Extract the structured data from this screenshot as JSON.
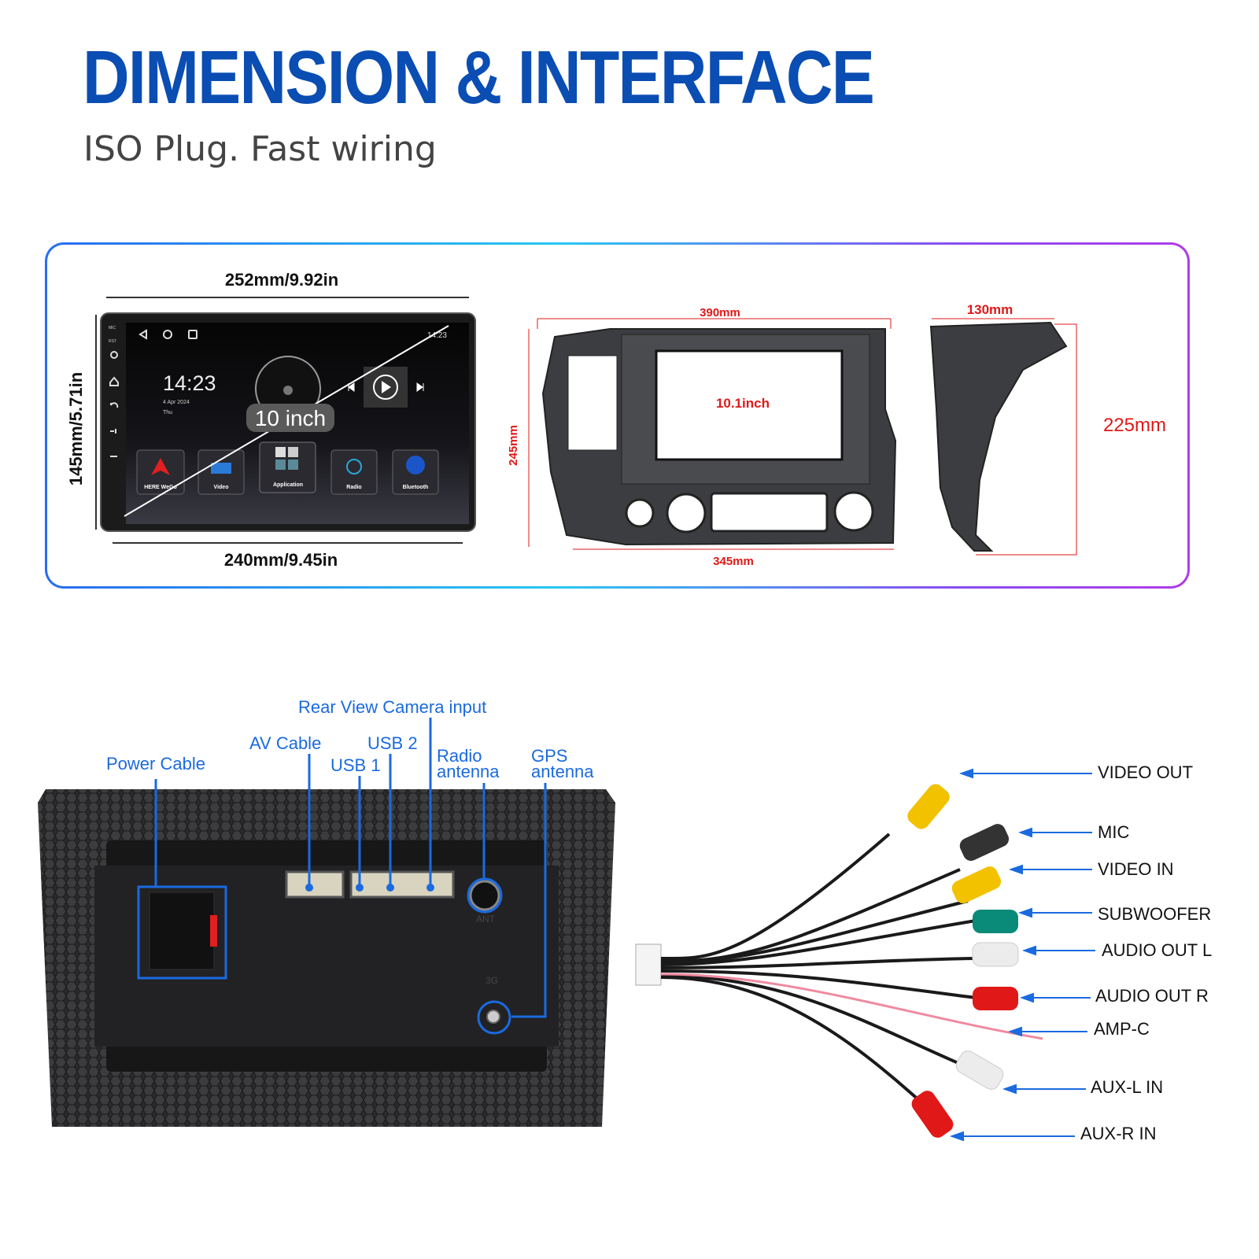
{
  "header": {
    "title": "DIMENSION & INTERFACE",
    "subtitle": "ISO Plug. Fast wiring"
  },
  "head_unit": {
    "top_width": "252mm/9.92in",
    "bottom_width": "240mm/9.45in",
    "height": "145mm/5.71in",
    "screen_size": "10 inch",
    "clock": "14:23",
    "date": "4 Apr 2024",
    "day": "Thu",
    "status_time": "14:23",
    "side_labels": [
      "MIC",
      "RST"
    ],
    "apps": [
      "HERE WeGo",
      "Video",
      "Application",
      "Radio",
      "Bluetooth"
    ]
  },
  "frame": {
    "top_width": "390mm",
    "bottom_width": "345mm",
    "height": "245mm",
    "screen": "10.1inch"
  },
  "side_panel": {
    "width": "130mm",
    "height": "225mm"
  },
  "back_panel": {
    "callouts": [
      "Power Cable",
      "AV Cable",
      "USB 1",
      "USB 2",
      "Rear View Camera input",
      "Radio antenna",
      "GPS antenna"
    ],
    "port_labels": [
      "ANT",
      "3G"
    ]
  },
  "harness": {
    "labels": [
      "VIDEO OUT",
      "MIC",
      "VIDEO IN",
      "SUBWOOFER",
      "AUDIO OUT L",
      "AUDIO OUT R",
      "AMP-C",
      "AUX-L IN",
      "AUX-R IN"
    ],
    "plug_colors": [
      "#f2c200",
      "#333333",
      "#f2c200",
      "#0a8a78",
      "#e8e8e8",
      "#e01818",
      "#f08aa0",
      "#e8e8e8",
      "#e01818"
    ]
  },
  "colors": {
    "title": "#0a4db3",
    "callout": "#1a6ae0",
    "dimension_red": "#e01818"
  }
}
